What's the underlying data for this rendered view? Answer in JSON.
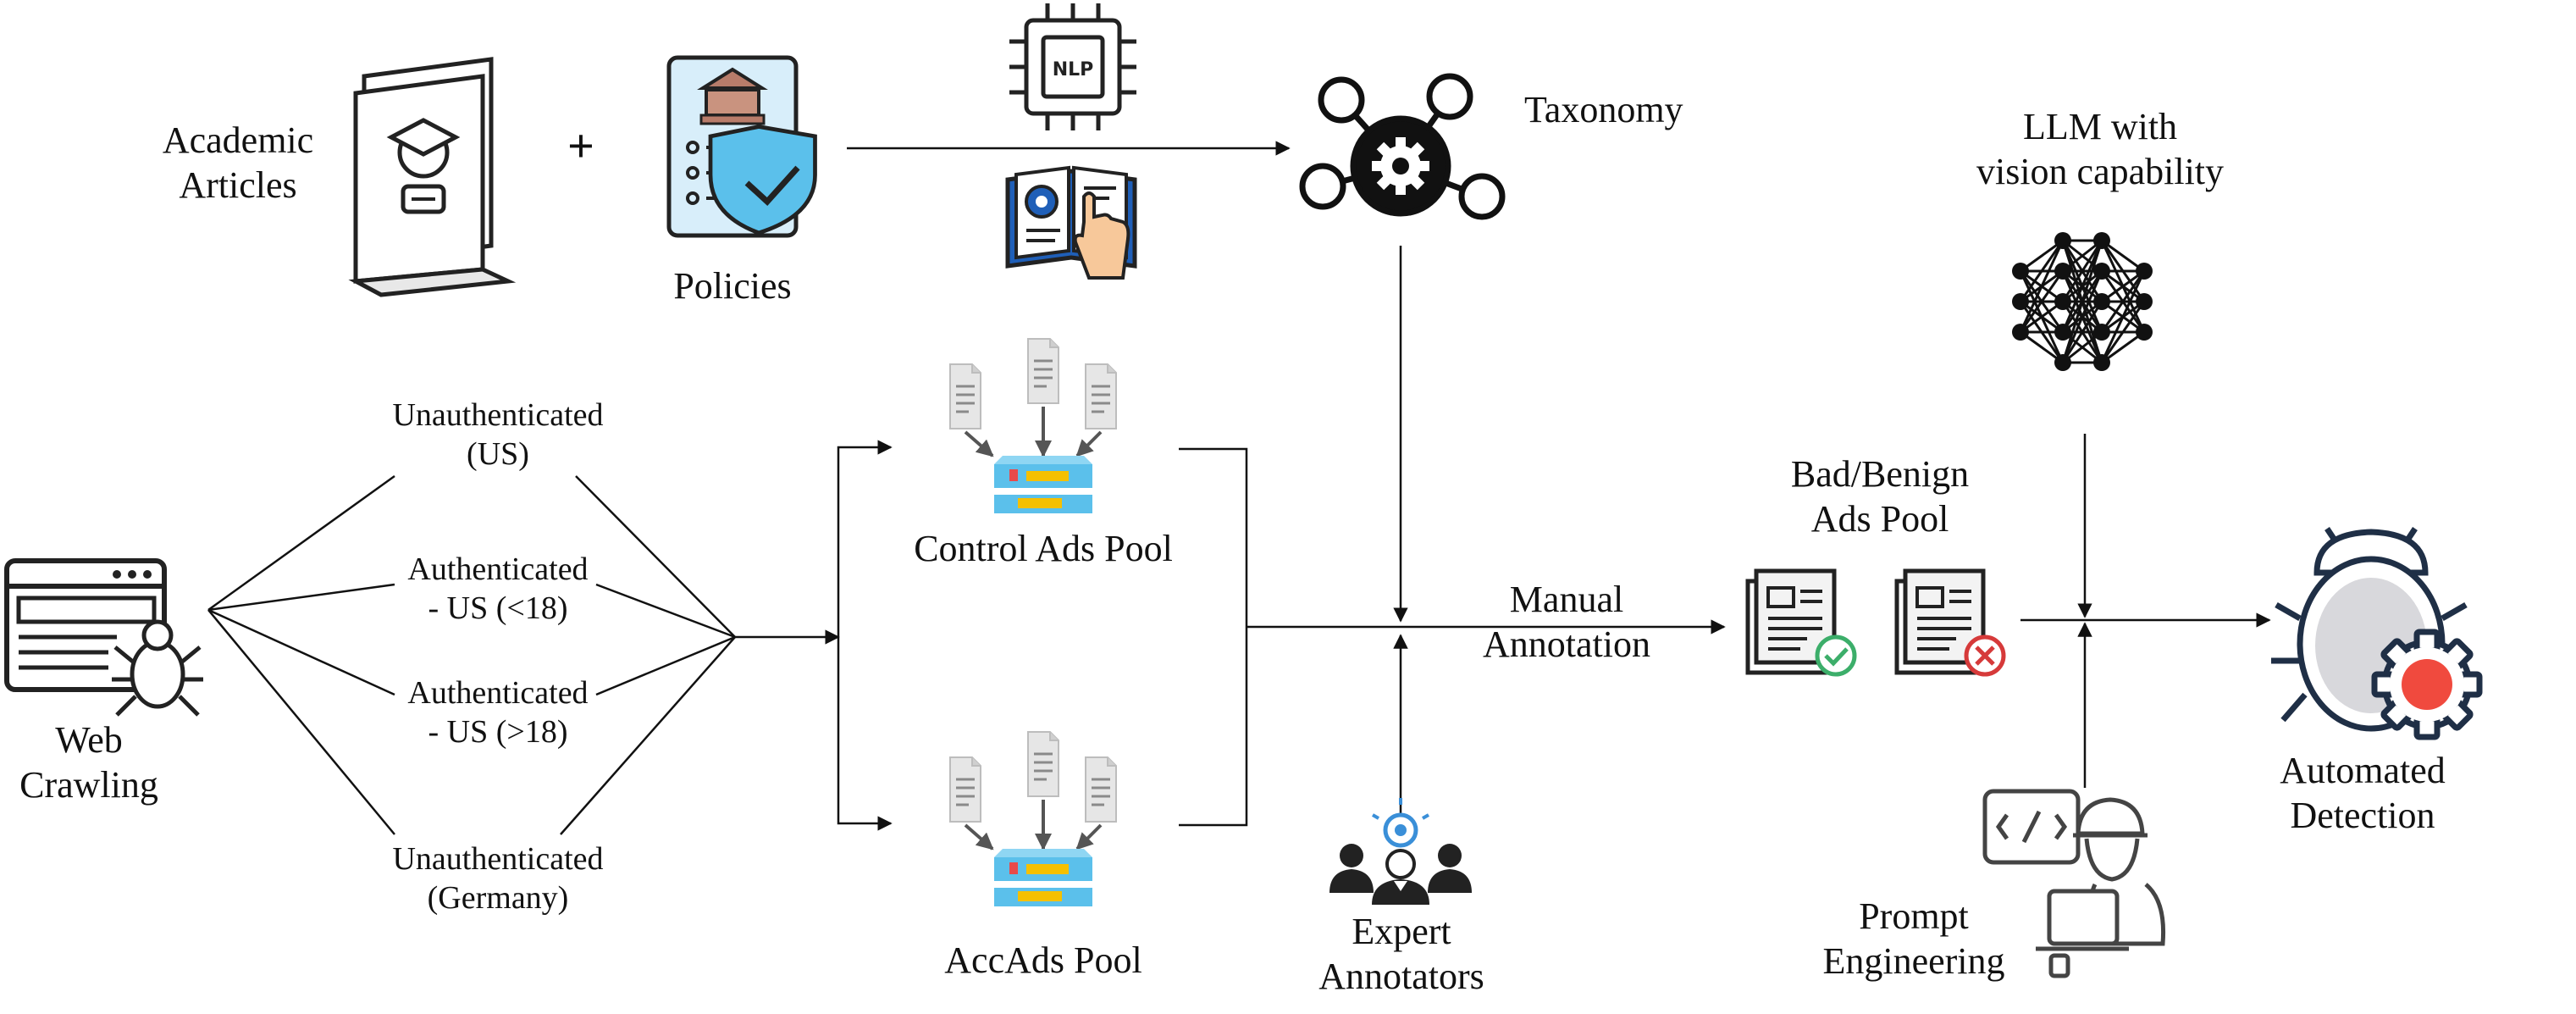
{
  "sources": {
    "academic_articles": "Academic\nArticles",
    "plus": "+",
    "policies": "Policies",
    "nlp_chip_text": "NLP",
    "taxonomy": "Taxonomy"
  },
  "crawling": {
    "web_crawling": "Web\nCrawling",
    "profiles": [
      "Unauthenticated\n(US)",
      "Authenticated\n- US (<18)",
      "Authenticated\n- US (>18)",
      "Unauthenticated\n(Germany)"
    ]
  },
  "pools": {
    "control": "Control Ads Pool",
    "acc": "AccAds Pool"
  },
  "annotation": {
    "manual": "Manual\nAnnotation",
    "experts": "Expert\nAnnotators"
  },
  "detection": {
    "bad_benign_pool": "Bad/Benign\nAds Pool",
    "llm": "LLM with\nvision capability",
    "prompt": "Prompt\nEngineering",
    "automated": "Automated\nDetection"
  },
  "colors": {
    "line": "#111111",
    "pool_bar": "#5bc0eb",
    "pool_mark": "#f5c000",
    "pool_red": "#e84a4a",
    "policy_bg": "#d8eefa",
    "shield": "#5bc0eb",
    "check": "#3cae6a",
    "cross": "#d63a3a",
    "bug_body": "#d8d8dc",
    "gear_red": "#f04a3e",
    "expert_bulb": "#3a8fd8",
    "book_blue": "#1f5fb8",
    "hand": "#f7c89a"
  }
}
